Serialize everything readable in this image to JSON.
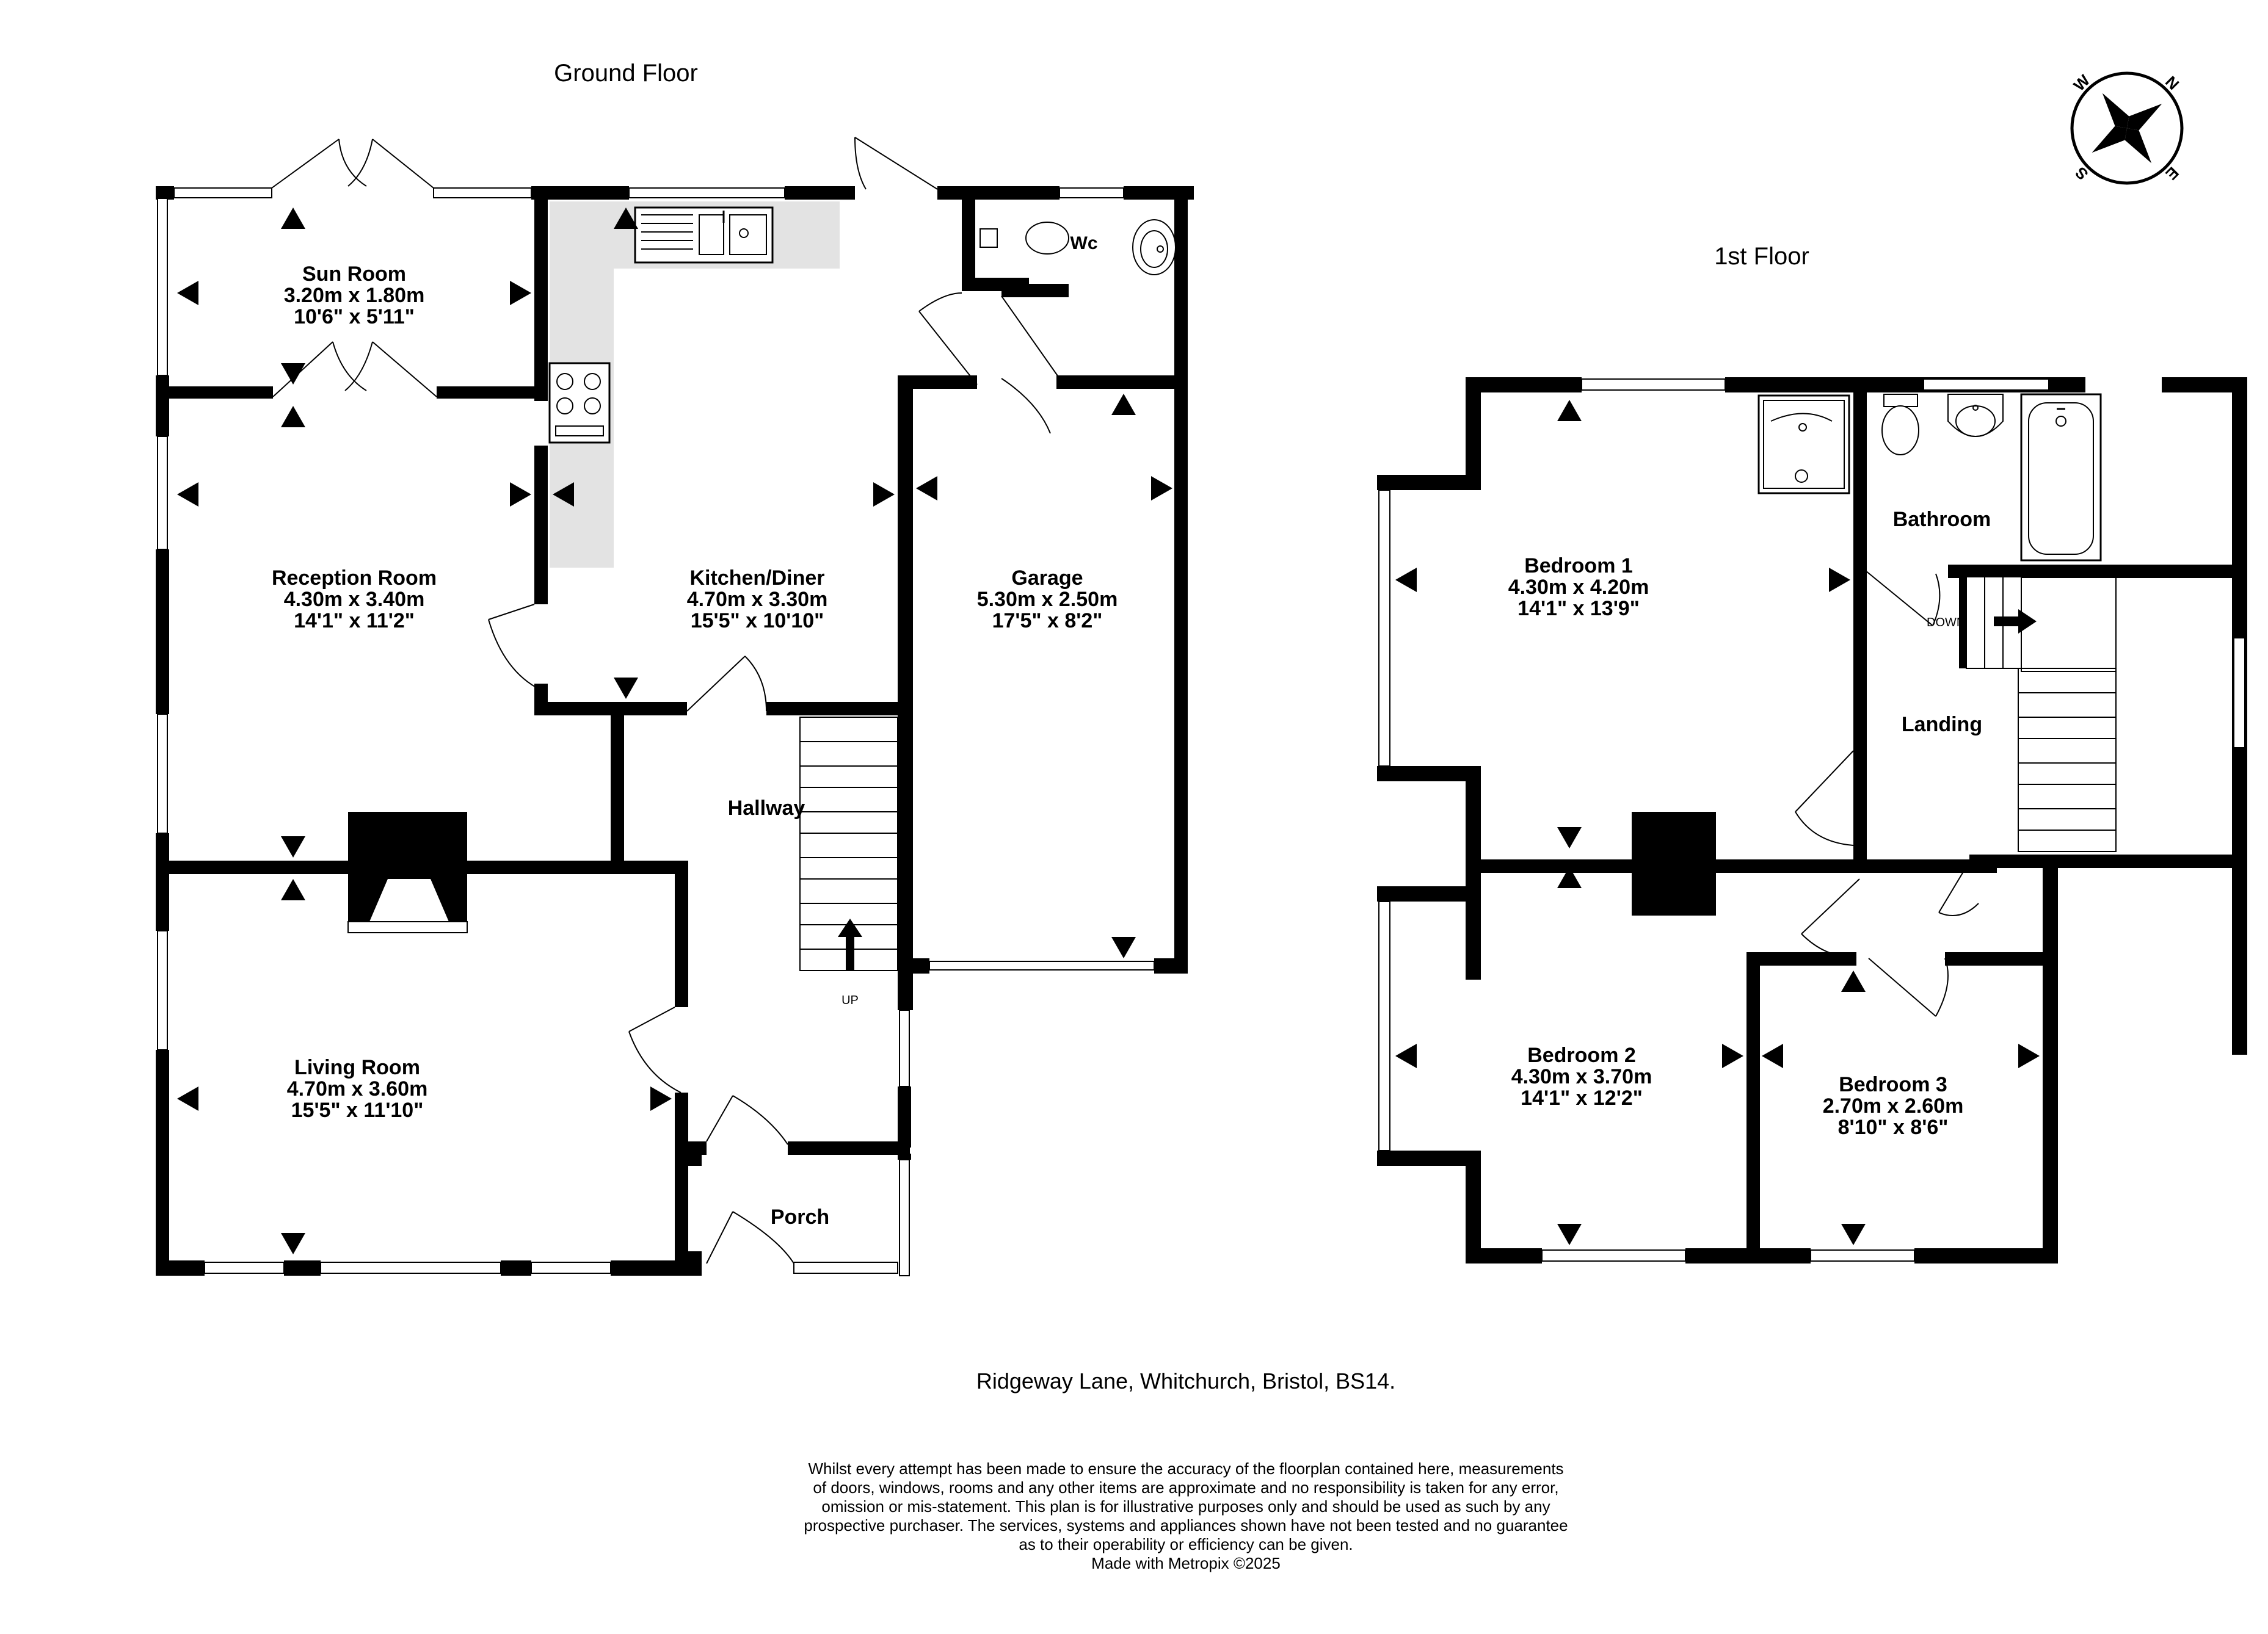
{
  "floors": [
    {
      "title": "Ground Floor",
      "rooms": [
        {
          "name": "Sun Room",
          "metric": "3.20m  x 1.80m",
          "imperial": "10'6\"  x 5'11\""
        },
        {
          "name": "Reception Room",
          "metric": "4.30m  x 3.40m",
          "imperial": "14'1\"  x 11'2\""
        },
        {
          "name": "Kitchen/Diner",
          "metric": "4.70m  x 3.30m",
          "imperial": "15'5\"  x 10'10\""
        },
        {
          "name": "Garage",
          "metric": "5.30m  x 2.50m",
          "imperial": "17'5\"  x 8'2\""
        },
        {
          "name": "Living Room",
          "metric": "4.70m  x 3.60m",
          "imperial": "15'5\"  x 11'10\""
        },
        {
          "name": "Wc"
        },
        {
          "name": "Hallway"
        },
        {
          "name": "Porch"
        }
      ],
      "stairs_label": "UP"
    },
    {
      "title": "1st Floor",
      "rooms": [
        {
          "name": "Bedroom 1",
          "metric": "4.30m  x 4.20m",
          "imperial": "14'1\"  x 13'9\""
        },
        {
          "name": "Bathroom"
        },
        {
          "name": "Landing"
        },
        {
          "name": "Bedroom 2",
          "metric": "4.30m  x 3.70m",
          "imperial": "14'1\"  x 12'2\""
        },
        {
          "name": "Bedroom 3",
          "metric": "2.70m  x 2.60m",
          "imperial": "8'10\"  x 8'6\""
        }
      ],
      "stairs_label": "DOWN"
    }
  ],
  "compass": {
    "letters": [
      "N",
      "E",
      "S",
      "W"
    ]
  },
  "address": "Ridgeway Lane, Whitchurch, Bristol, BS14.",
  "disclaimer": [
    "Whilst every attempt has been made to ensure the accuracy of the floorplan contained here, measurements",
    "of doors, windows, rooms and any other items are approximate and no responsibility is taken for any error,",
    "omission or mis-statement. This plan is for illustrative purposes only and should be used as such by any",
    "prospective purchaser. The services, systems and appliances shown have not been tested and no guarantee",
    "as to their operability or efficiency can be given.",
    "Made with Metropix ©2025"
  ]
}
